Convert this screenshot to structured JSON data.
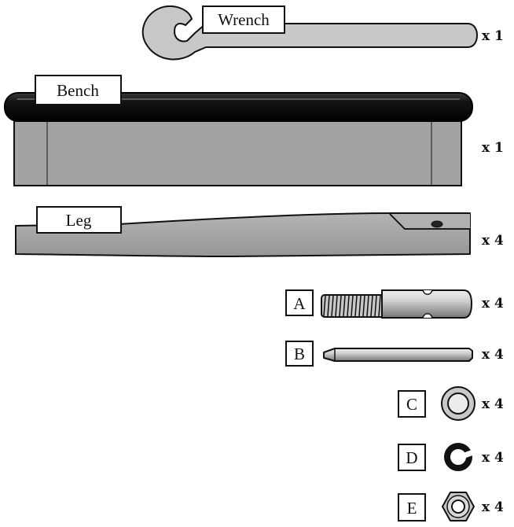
{
  "parts": [
    {
      "id": "wrench",
      "label": "Wrench",
      "quantity": "x 1"
    },
    {
      "id": "bench",
      "label": "Bench",
      "quantity": "x 1"
    },
    {
      "id": "leg",
      "label": "Leg",
      "quantity": "x 4"
    },
    {
      "id": "a",
      "label": "A",
      "quantity": "x 4"
    },
    {
      "id": "b",
      "label": "B",
      "quantity": "x 4"
    },
    {
      "id": "c",
      "label": "C",
      "quantity": "x 4"
    },
    {
      "id": "d",
      "label": "D",
      "quantity": "x 4"
    },
    {
      "id": "e",
      "label": "E",
      "quantity": "x 4"
    }
  ],
  "icons": {
    "wrench": "wrench-icon",
    "bench": "bench-top-icon",
    "leg": "bench-leg-icon",
    "a": "bolt-icon",
    "b": "pin-icon",
    "c": "washer-icon",
    "d": "lock-washer-icon",
    "e": "hex-nut-icon"
  },
  "colors": {
    "part_fill": "#c8c8c8",
    "bench_body": "#a3a3a3",
    "bench_top": "#111111",
    "outline": "#111111"
  }
}
